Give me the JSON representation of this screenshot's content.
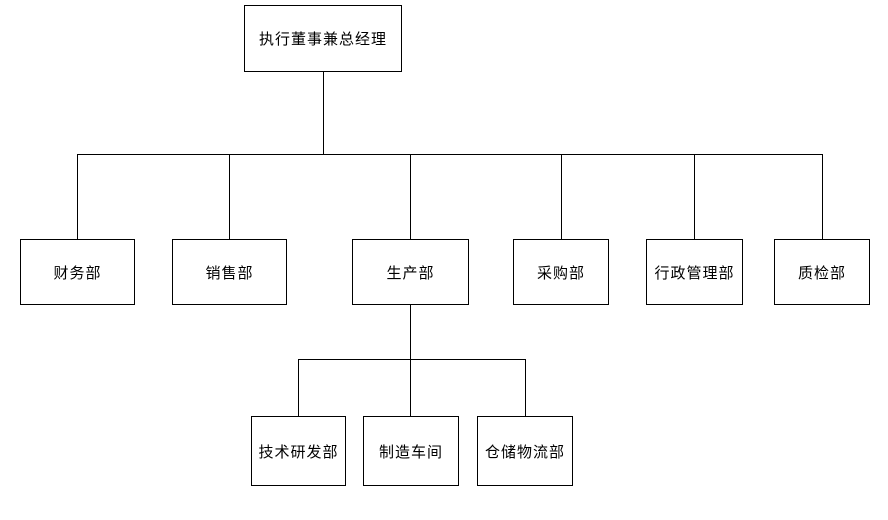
{
  "diagram_type": "org-chart",
  "colors": {
    "background": "#ffffff",
    "line": "#000000",
    "box_fill": "#ffffff",
    "text": "#000000"
  },
  "nodes": [
    {
      "id": "root",
      "label": "执行董事兼总经理",
      "parent": null
    },
    {
      "id": "finance",
      "label": "财务部",
      "parent": "root"
    },
    {
      "id": "sales",
      "label": "销售部",
      "parent": "root"
    },
    {
      "id": "production",
      "label": "生产部",
      "parent": "root"
    },
    {
      "id": "purchasing",
      "label": "采购部",
      "parent": "root"
    },
    {
      "id": "admin",
      "label": "行政管理部",
      "parent": "root"
    },
    {
      "id": "quality",
      "label": "质检部",
      "parent": "root"
    },
    {
      "id": "rnd",
      "label": "技术研发部",
      "parent": "production"
    },
    {
      "id": "workshop",
      "label": "制造车间",
      "parent": "production"
    },
    {
      "id": "logistics",
      "label": "仓储物流部",
      "parent": "production"
    }
  ]
}
